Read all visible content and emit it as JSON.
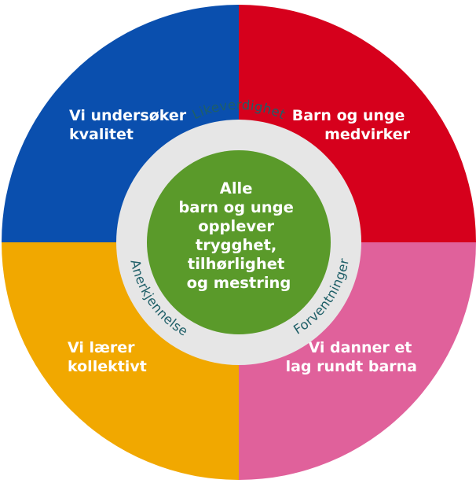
{
  "quadrants": [
    {
      "id": "top-left",
      "lines": [
        "Vi undersøker",
        "kvalitet"
      ],
      "color": "#0a4fae"
    },
    {
      "id": "top-right",
      "lines": [
        "Barn og unge",
        "medvirker"
      ],
      "color": "#d6001c"
    },
    {
      "id": "bottom-right",
      "lines": [
        "Vi danner et",
        "lag rundt barna"
      ],
      "color": "#e0619b"
    },
    {
      "id": "bottom-left",
      "lines": [
        "Vi lærer",
        "kollektivt"
      ],
      "color": "#f1a800"
    }
  ],
  "ring": {
    "color": "#e6e6e6",
    "text_color": "#1f5f68",
    "labels": {
      "top": "Likeverdighet",
      "left": "Anerkjennelse",
      "right": "Forventninger"
    }
  },
  "center": {
    "color": "#5a9a2a",
    "lines": [
      "Alle",
      "barn og unge",
      "opplever",
      "trygghet,",
      "tilhørlighet",
      "og mestring"
    ]
  }
}
